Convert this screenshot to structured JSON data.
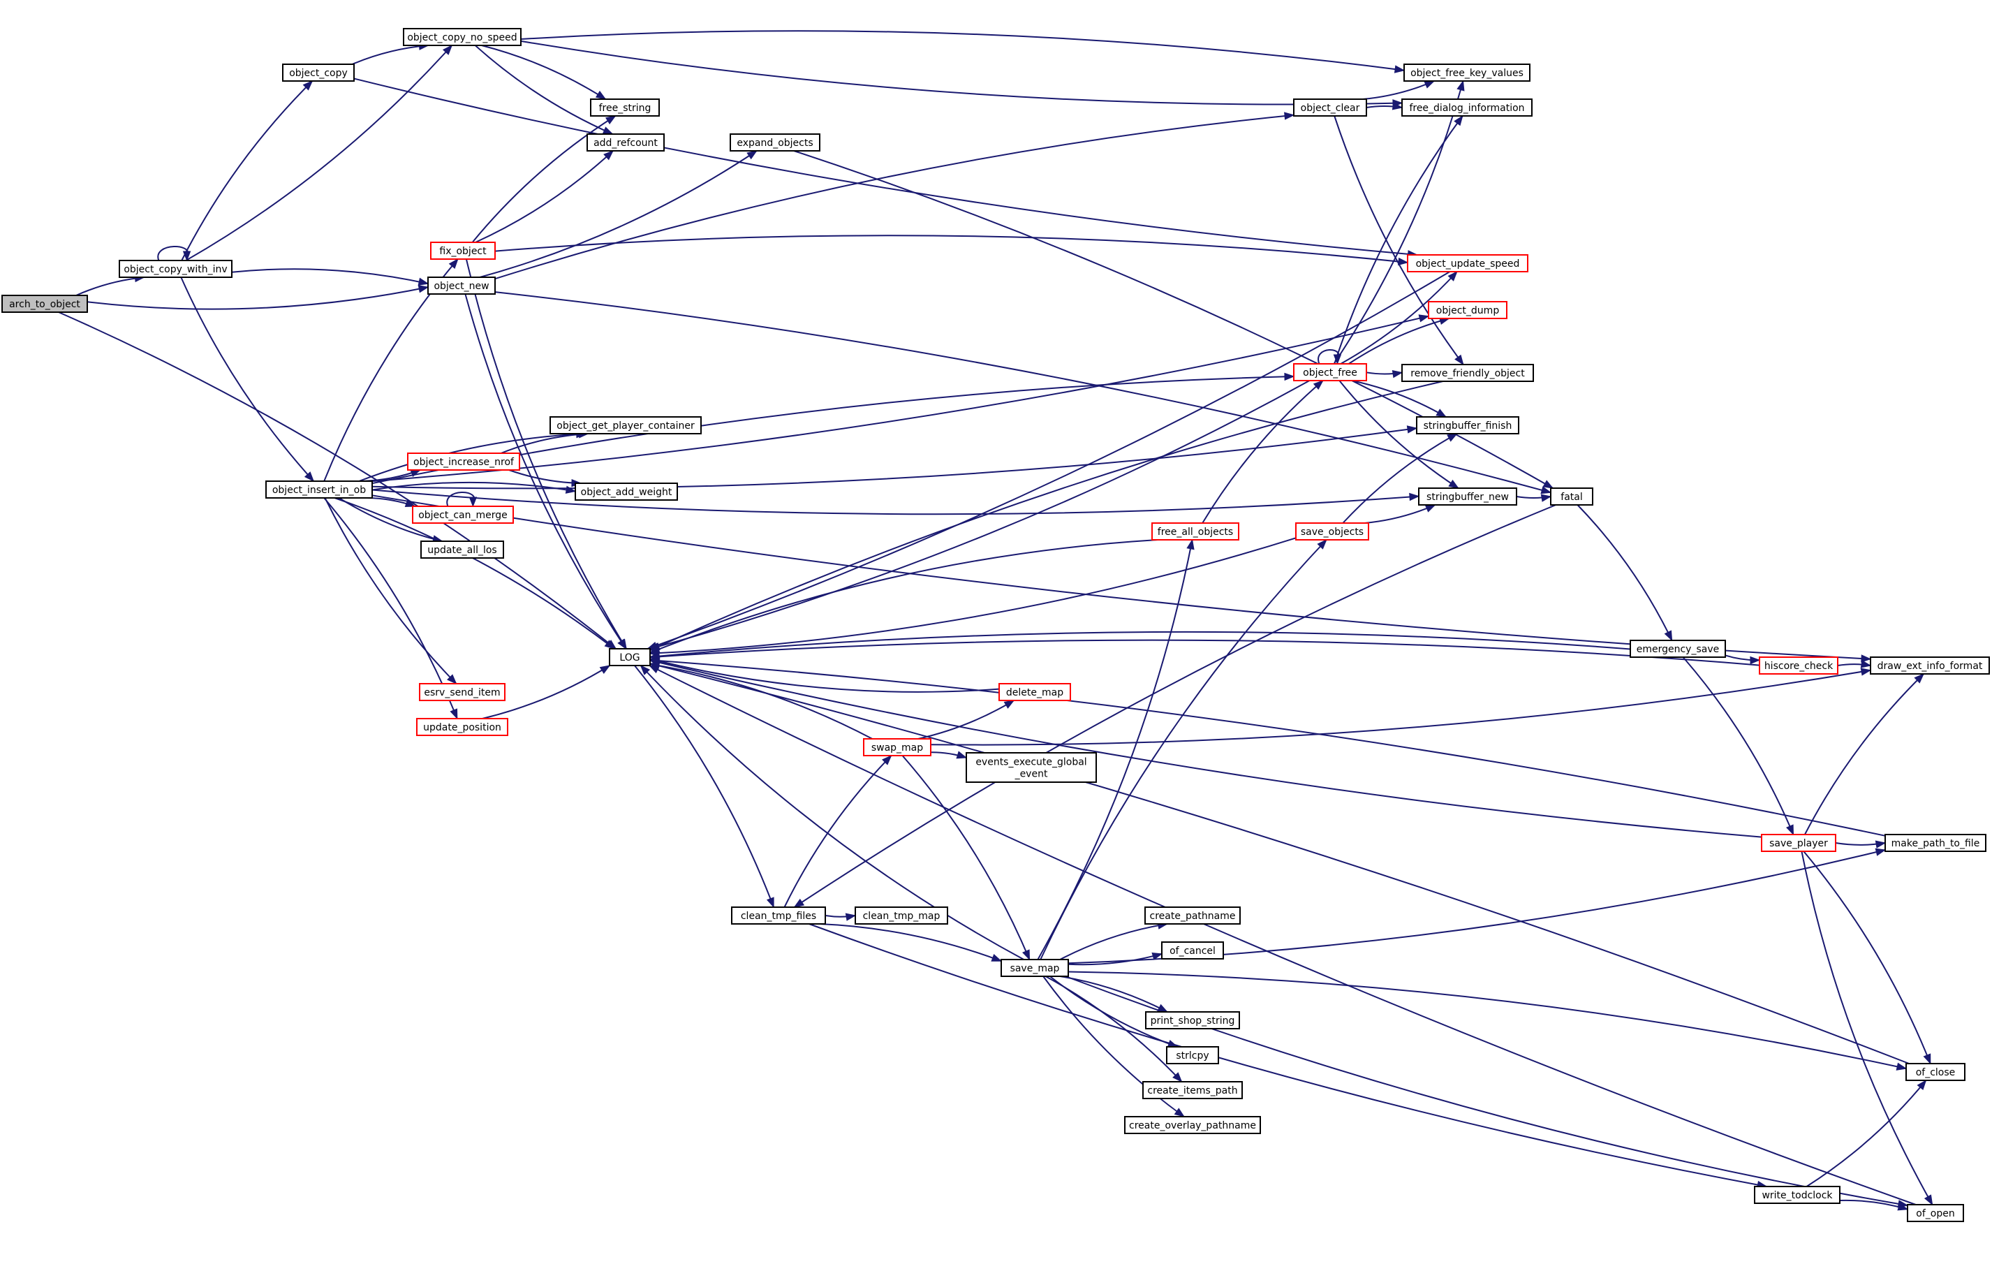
{
  "colors": {
    "edge": "#191970",
    "border_default": "#000000",
    "border_truncated": "#ff0000",
    "fill_default": "#ffffff",
    "fill_root": "#bfbfbf"
  },
  "nodes": {
    "arch_to_object": {
      "label": "arch_to_object",
      "root": true
    },
    "object_copy_with_inv": {
      "label": "object_copy_with_inv"
    },
    "object_copy": {
      "label": "object_copy"
    },
    "object_copy_no_speed": {
      "label": "object_copy_no_speed"
    },
    "object_insert_in_ob": {
      "label": "object_insert_in_ob"
    },
    "object_new": {
      "label": "object_new"
    },
    "fix_object": {
      "label": "fix_object",
      "truncated": true
    },
    "free_string": {
      "label": "free_string"
    },
    "add_refcount": {
      "label": "add_refcount"
    },
    "object_get_player_container": {
      "label": "object_get_player_container"
    },
    "object_increase_nrof": {
      "label": "object_increase_nrof",
      "truncated": true
    },
    "object_add_weight": {
      "label": "object_add_weight"
    },
    "object_can_merge": {
      "label": "object_can_merge",
      "truncated": true
    },
    "update_all_los": {
      "label": "update_all_los"
    },
    "LOG": {
      "label": "LOG"
    },
    "esrv_send_item": {
      "label": "esrv_send_item",
      "truncated": true
    },
    "update_position": {
      "label": "update_position",
      "truncated": true
    },
    "expand_objects": {
      "label": "expand_objects"
    },
    "object_clear": {
      "label": "object_clear"
    },
    "object_free_key_values": {
      "label": "object_free_key_values"
    },
    "free_dialog_information": {
      "label": "free_dialog_information"
    },
    "object_update_speed": {
      "label": "object_update_speed",
      "truncated": true
    },
    "object_dump": {
      "label": "object_dump",
      "truncated": true
    },
    "object_free": {
      "label": "object_free",
      "truncated": true
    },
    "remove_friendly_object": {
      "label": "remove_friendly_object"
    },
    "stringbuffer_finish": {
      "label": "stringbuffer_finish"
    },
    "stringbuffer_new": {
      "label": "stringbuffer_new"
    },
    "fatal": {
      "label": "fatal"
    },
    "free_all_objects": {
      "label": "free_all_objects",
      "truncated": true
    },
    "save_objects": {
      "label": "save_objects",
      "truncated": true
    },
    "emergency_save": {
      "label": "emergency_save"
    },
    "hiscore_check": {
      "label": "hiscore_check",
      "truncated": true
    },
    "draw_ext_info_format": {
      "label": "draw_ext_info_format"
    },
    "delete_map": {
      "label": "delete_map",
      "truncated": true
    },
    "swap_map": {
      "label": "swap_map",
      "truncated": true
    },
    "events_execute_global_event": {
      "label": [
        "events_execute_global",
        "_event"
      ]
    },
    "save_player": {
      "label": "save_player",
      "truncated": true
    },
    "make_path_to_file": {
      "label": "make_path_to_file"
    },
    "clean_tmp_files": {
      "label": "clean_tmp_files"
    },
    "clean_tmp_map": {
      "label": "clean_tmp_map"
    },
    "save_map": {
      "label": "save_map"
    },
    "create_pathname": {
      "label": "create_pathname"
    },
    "of_cancel": {
      "label": "of_cancel"
    },
    "print_shop_string": {
      "label": "print_shop_string"
    },
    "strlcpy": {
      "label": "strlcpy"
    },
    "create_items_path": {
      "label": "create_items_path"
    },
    "create_overlay_pathname": {
      "label": "create_overlay_pathname"
    },
    "of_close": {
      "label": "of_close"
    },
    "write_todclock": {
      "label": "write_todclock"
    },
    "of_open": {
      "label": "of_open"
    }
  },
  "edges": [
    [
      "arch_to_object",
      "object_copy_with_inv"
    ],
    [
      "arch_to_object",
      "object_new"
    ],
    [
      "arch_to_object",
      "LOG"
    ],
    [
      "object_copy_with_inv",
      "object_copy_with_inv"
    ],
    [
      "object_copy_with_inv",
      "object_copy"
    ],
    [
      "object_copy_with_inv",
      "object_copy_no_speed"
    ],
    [
      "object_copy_with_inv",
      "object_new"
    ],
    [
      "object_copy_with_inv",
      "object_insert_in_ob"
    ],
    [
      "object_copy",
      "object_copy_no_speed"
    ],
    [
      "object_copy",
      "object_update_speed"
    ],
    [
      "object_copy_no_speed",
      "object_free_key_values"
    ],
    [
      "object_copy_no_speed",
      "free_dialog_information"
    ],
    [
      "object_copy_no_speed",
      "free_string"
    ],
    [
      "object_copy_no_speed",
      "add_refcount"
    ],
    [
      "fix_object",
      "free_string"
    ],
    [
      "fix_object",
      "add_refcount"
    ],
    [
      "fix_object",
      "object_update_speed"
    ],
    [
      "fix_object",
      "LOG"
    ],
    [
      "object_new",
      "object_clear"
    ],
    [
      "object_new",
      "expand_objects"
    ],
    [
      "object_new",
      "fatal"
    ],
    [
      "object_new",
      "LOG"
    ],
    [
      "object_insert_in_ob",
      "fix_object"
    ],
    [
      "object_insert_in_ob",
      "object_dump"
    ],
    [
      "object_insert_in_ob",
      "object_free"
    ],
    [
      "object_insert_in_ob",
      "stringbuffer_finish"
    ],
    [
      "object_insert_in_ob",
      "object_get_player_container"
    ],
    [
      "object_insert_in_ob",
      "object_increase_nrof"
    ],
    [
      "object_insert_in_ob",
      "object_can_merge"
    ],
    [
      "object_insert_in_ob",
      "update_all_los"
    ],
    [
      "object_insert_in_ob",
      "object_add_weight"
    ],
    [
      "object_insert_in_ob",
      "stringbuffer_new"
    ],
    [
      "object_insert_in_ob",
      "LOG"
    ],
    [
      "object_insert_in_ob",
      "esrv_send_item"
    ],
    [
      "object_insert_in_ob",
      "update_position"
    ],
    [
      "object_insert_in_ob",
      "draw_ext_info_format"
    ],
    [
      "object_increase_nrof",
      "object_get_player_container"
    ],
    [
      "object_increase_nrof",
      "object_add_weight"
    ],
    [
      "object_can_merge",
      "object_can_merge"
    ],
    [
      "update_position",
      "LOG"
    ],
    [
      "expand_objects",
      "fatal"
    ],
    [
      "object_clear",
      "object_free_key_values"
    ],
    [
      "object_clear",
      "free_dialog_information"
    ],
    [
      "object_clear",
      "remove_friendly_object"
    ],
    [
      "object_free",
      "object_free"
    ],
    [
      "object_free",
      "object_free_key_values"
    ],
    [
      "object_free",
      "free_dialog_information"
    ],
    [
      "object_free",
      "object_update_speed"
    ],
    [
      "object_free",
      "object_dump"
    ],
    [
      "object_free",
      "remove_friendly_object"
    ],
    [
      "object_free",
      "stringbuffer_finish"
    ],
    [
      "object_free",
      "stringbuffer_new"
    ],
    [
      "object_free",
      "LOG"
    ],
    [
      "remove_friendly_object",
      "LOG"
    ],
    [
      "object_update_speed",
      "LOG"
    ],
    [
      "stringbuffer_new",
      "fatal"
    ],
    [
      "fatal",
      "emergency_save"
    ],
    [
      "fatal",
      "clean_tmp_files"
    ],
    [
      "free_all_objects",
      "object_free"
    ],
    [
      "free_all_objects",
      "LOG"
    ],
    [
      "save_objects",
      "stringbuffer_finish"
    ],
    [
      "save_objects",
      "stringbuffer_new"
    ],
    [
      "save_objects",
      "LOG"
    ],
    [
      "emergency_save",
      "hiscore_check"
    ],
    [
      "emergency_save",
      "save_player"
    ],
    [
      "emergency_save",
      "LOG"
    ],
    [
      "hiscore_check",
      "draw_ext_info_format"
    ],
    [
      "hiscore_check",
      "LOG"
    ],
    [
      "delete_map",
      "LOG"
    ],
    [
      "swap_map",
      "delete_map"
    ],
    [
      "swap_map",
      "events_execute_global_event"
    ],
    [
      "swap_map",
      "draw_ext_info_format"
    ],
    [
      "swap_map",
      "save_map"
    ],
    [
      "swap_map",
      "LOG"
    ],
    [
      "save_player",
      "draw_ext_info_format"
    ],
    [
      "save_player",
      "make_path_to_file"
    ],
    [
      "save_player",
      "of_close"
    ],
    [
      "save_player",
      "of_open"
    ],
    [
      "save_player",
      "LOG"
    ],
    [
      "make_path_to_file",
      "LOG"
    ],
    [
      "clean_tmp_files",
      "swap_map"
    ],
    [
      "clean_tmp_files",
      "clean_tmp_map"
    ],
    [
      "clean_tmp_files",
      "save_map"
    ],
    [
      "clean_tmp_files",
      "write_todclock"
    ],
    [
      "LOG",
      "clean_tmp_files"
    ],
    [
      "save_map",
      "free_all_objects"
    ],
    [
      "save_map",
      "save_objects"
    ],
    [
      "save_map",
      "make_path_to_file"
    ],
    [
      "save_map",
      "create_pathname"
    ],
    [
      "save_map",
      "of_cancel"
    ],
    [
      "save_map",
      "print_shop_string"
    ],
    [
      "save_map",
      "strlcpy"
    ],
    [
      "save_map",
      "create_items_path"
    ],
    [
      "save_map",
      "create_overlay_pathname"
    ],
    [
      "save_map",
      "of_close"
    ],
    [
      "save_map",
      "of_open"
    ],
    [
      "save_map",
      "LOG"
    ],
    [
      "write_todclock",
      "of_close"
    ],
    [
      "write_todclock",
      "of_open"
    ],
    [
      "of_close",
      "LOG"
    ],
    [
      "of_open",
      "LOG"
    ]
  ]
}
